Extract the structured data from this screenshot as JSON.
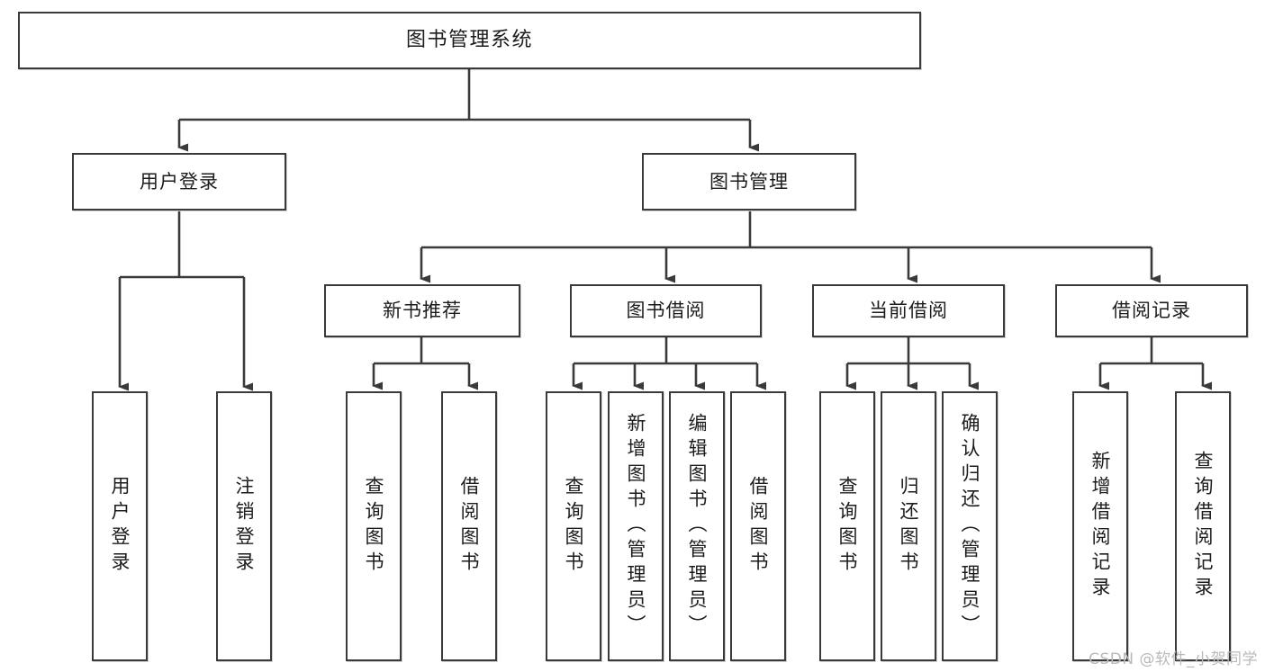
{
  "diagram": {
    "type": "tree",
    "title": "图书管理系统",
    "watermark": "CSDN @软件_小贺同学",
    "colors": {
      "box_border": "#3a3a3a",
      "box_fill": "#ffffff",
      "connector": "#3a3a3a",
      "text": "#1c1c1c",
      "watermark": "#b9b9b9"
    },
    "nodes": {
      "root": {
        "label": "图书管理系统"
      },
      "level2": [
        {
          "id": "user-login",
          "label": "用户登录"
        },
        {
          "id": "book-manage",
          "label": "图书管理"
        }
      ],
      "level3": [
        {
          "id": "new-book-rec",
          "label": "新书推荐"
        },
        {
          "id": "book-borrow",
          "label": "图书借阅"
        },
        {
          "id": "current-borrow",
          "label": "当前借阅"
        },
        {
          "id": "borrow-record",
          "label": "借阅记录"
        }
      ],
      "leaves": {
        "user_login": [
          {
            "id": "leaf-user-login",
            "label": "用户登录"
          },
          {
            "id": "leaf-logout",
            "label": "注销登录"
          }
        ],
        "new_book_rec": [
          {
            "id": "leaf-query-book-1",
            "label": "查询图书"
          },
          {
            "id": "leaf-borrow-book-1",
            "label": "借阅图书"
          }
        ],
        "book_borrow": [
          {
            "id": "leaf-query-book-2",
            "label": "查询图书"
          },
          {
            "id": "leaf-add-book",
            "label": "新增图书（管理员）"
          },
          {
            "id": "leaf-edit-book",
            "label": "编辑图书（管理员）"
          },
          {
            "id": "leaf-borrow-book-2",
            "label": "借阅图书"
          }
        ],
        "current_borrow": [
          {
            "id": "leaf-query-book-3",
            "label": "查询图书"
          },
          {
            "id": "leaf-return-book",
            "label": "归还图书"
          },
          {
            "id": "leaf-confirm-return",
            "label": "确认归还（管理员）"
          }
        ],
        "borrow_record": [
          {
            "id": "leaf-add-record",
            "label": "新增借阅记录"
          },
          {
            "id": "leaf-query-record",
            "label": "查询借阅记录"
          }
        ]
      }
    }
  }
}
